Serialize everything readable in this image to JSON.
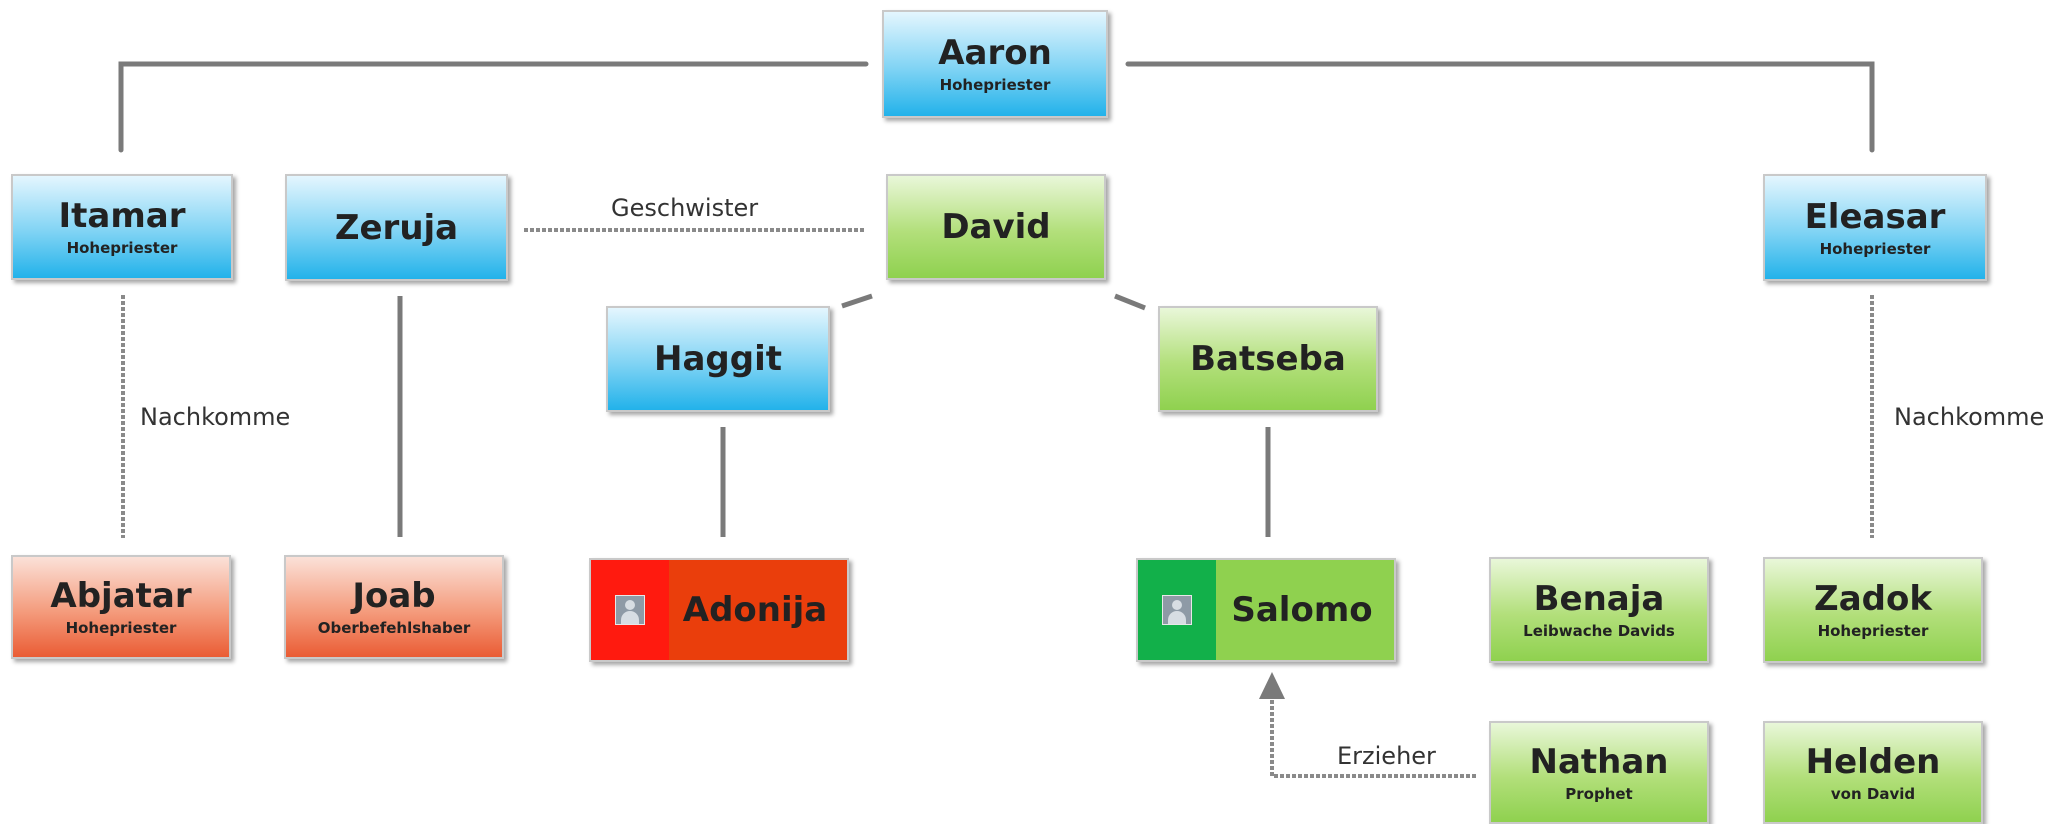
{
  "nodes": {
    "aaron": {
      "name": "Aaron",
      "role": "Hohepriester"
    },
    "itamar": {
      "name": "Itamar",
      "role": "Hohepriester"
    },
    "zeruja": {
      "name": "Zeruja"
    },
    "david": {
      "name": "David"
    },
    "eleasar": {
      "name": "Eleasar",
      "role": "Hohepriester"
    },
    "haggit": {
      "name": "Haggit"
    },
    "batseba": {
      "name": "Batseba"
    },
    "abjatar": {
      "name": "Abjatar",
      "role": "Hohepriester"
    },
    "joab": {
      "name": "Joab",
      "role": "Oberbefehlshaber"
    },
    "adonija": {
      "name": "Adonija"
    },
    "salomo": {
      "name": "Salomo"
    },
    "benaja": {
      "name": "Benaja",
      "role": "Leibwache  Davids"
    },
    "zadok": {
      "name": "Zadok",
      "role": "Hohepriester"
    },
    "nathan": {
      "name": "Nathan",
      "role": "Prophet"
    },
    "helden": {
      "name": "Helden",
      "role": "von David"
    }
  },
  "labels": {
    "geschwister": "Geschwister",
    "nachkomme_left": "Nachkomme",
    "nachkomme_right": "Nachkomme",
    "erzieher": "Erzieher"
  },
  "colors": {
    "blue": "#22b2ea",
    "green": "#8fd14f",
    "red": "#ea5c34",
    "adonija_photo_strip": "#ff1a0f",
    "salomo_photo_strip": "#12b04a",
    "connector": "#7a7a7a"
  }
}
